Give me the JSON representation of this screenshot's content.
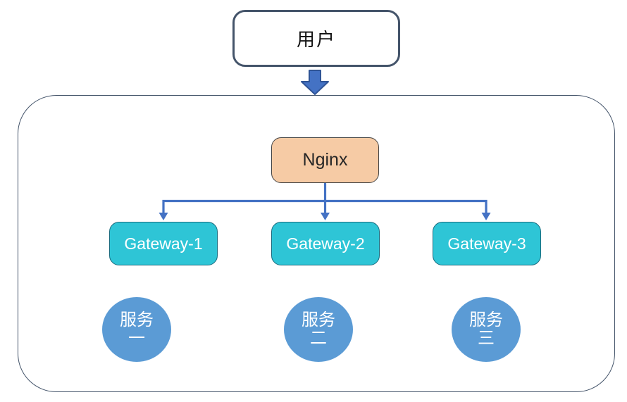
{
  "diagram": {
    "type": "architecture-flow",
    "nodes": {
      "user": {
        "label": "用户",
        "shape": "rounded-rectangle",
        "fill": "#FFFFFF",
        "border": "#44546A"
      },
      "nginx": {
        "label": "Nginx",
        "shape": "rounded-rectangle",
        "fill": "#F6CBA5"
      },
      "gateways": [
        {
          "label": "Gateway-1",
          "shape": "rounded-rectangle",
          "fill": "#2EC5D6"
        },
        {
          "label": "Gateway-2",
          "shape": "rounded-rectangle",
          "fill": "#2EC5D6"
        },
        {
          "label": "Gateway-3",
          "shape": "rounded-rectangle",
          "fill": "#2EC5D6"
        }
      ],
      "services": [
        {
          "line1": "服务",
          "line2": "一",
          "shape": "ellipse",
          "fill": "#5B9BD5"
        },
        {
          "line1": "服务",
          "line2": "二",
          "shape": "ellipse",
          "fill": "#5B9BD5"
        },
        {
          "line1": "服务",
          "line2": "三",
          "shape": "ellipse",
          "fill": "#5B9BD5"
        }
      ]
    },
    "edges": [
      {
        "from": "user",
        "to": "cluster-container",
        "style": "block-down-arrow"
      },
      {
        "from": "nginx",
        "to": "Gateway-1",
        "style": "elbow-arrow"
      },
      {
        "from": "nginx",
        "to": "Gateway-2",
        "style": "straight-arrow"
      },
      {
        "from": "nginx",
        "to": "Gateway-3",
        "style": "elbow-arrow"
      }
    ],
    "colors": {
      "connector": "#4472C4",
      "block_arrow_fill": "#4472C4",
      "block_arrow_border": "#2F5496",
      "container_border": "#44546A",
      "user_border": "#44546A",
      "nginx_fill": "#F6CBA5",
      "gateway_fill": "#2EC5D6",
      "service_fill": "#5B9BD5"
    }
  }
}
